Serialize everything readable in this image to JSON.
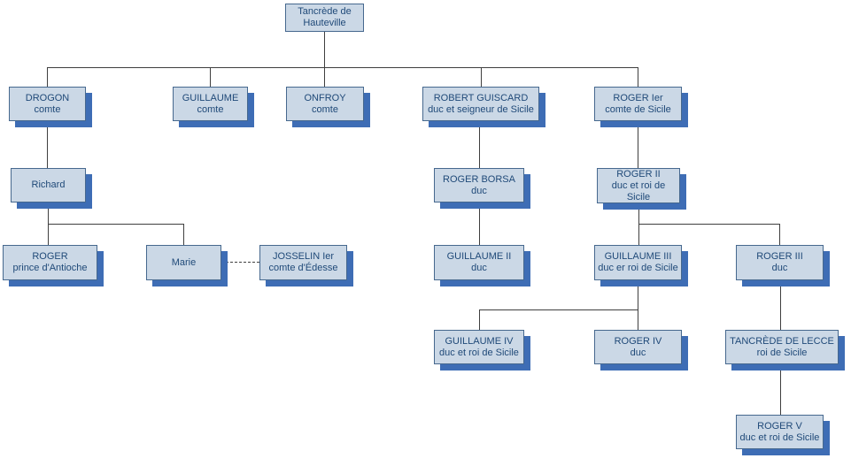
{
  "diagram": {
    "type": "family-tree",
    "colors": {
      "node_fill": "#cbd8e6",
      "node_border": "#46688e",
      "node_text": "#1f4978",
      "node_shadow": "#3e6db5",
      "connector": "#3f3f3f",
      "background": "#ffffff"
    }
  },
  "nodes": {
    "root": {
      "line1": "Tancrède de",
      "line2": "Hauteville"
    },
    "drogon": {
      "line1": "DROGON",
      "line2": "comte"
    },
    "guillaume": {
      "line1": "GUILLAUME",
      "line2": "comte"
    },
    "onfroy": {
      "line1": "ONFROY",
      "line2": "comte"
    },
    "robert_guiscard": {
      "line1": "ROBERT GUISCARD",
      "line2": "duc et seigneur de Sicile"
    },
    "roger_1": {
      "line1": "ROGER Ier",
      "line2": "comte de Sicile"
    },
    "richard": {
      "line1": "Richard",
      "line2": ""
    },
    "roger_borsa": {
      "line1": "ROGER BORSA",
      "line2": "duc"
    },
    "roger_2": {
      "line1": "ROGER II",
      "line2": "duc et roi de Sicile"
    },
    "roger_antioche": {
      "line1": "ROGER",
      "line2": "prince d'Antioche"
    },
    "marie": {
      "line1": "Marie",
      "line2": ""
    },
    "josselin": {
      "line1": "JOSSELIN Ier",
      "line2": "comte d'Édesse"
    },
    "guillaume_2": {
      "line1": "GUILLAUME II",
      "line2": "duc"
    },
    "guillaume_3": {
      "line1": "GUILLAUME III",
      "line2": "duc er roi de Sicile"
    },
    "roger_3": {
      "line1": "ROGER III",
      "line2": "duc"
    },
    "guillaume_4": {
      "line1": "GUILLAUME IV",
      "line2": "duc et roi de Sicile"
    },
    "roger_4": {
      "line1": "ROGER IV",
      "line2": "duc"
    },
    "tancrede_lecce": {
      "line1": "TANCRÈDE DE LECCE",
      "line2": "roi de Sicile"
    },
    "roger_5": {
      "line1": "ROGER V",
      "line2": "duc et roi de Sicile"
    }
  },
  "edges": {
    "parent_child": [
      [
        "root",
        "drogon"
      ],
      [
        "root",
        "guillaume"
      ],
      [
        "root",
        "onfroy"
      ],
      [
        "root",
        "robert_guiscard"
      ],
      [
        "root",
        "roger_1"
      ],
      [
        "drogon",
        "richard"
      ],
      [
        "richard",
        "roger_antioche"
      ],
      [
        "richard",
        "marie"
      ],
      [
        "robert_guiscard",
        "roger_borsa"
      ],
      [
        "roger_borsa",
        "guillaume_2"
      ],
      [
        "roger_1",
        "roger_2"
      ],
      [
        "roger_2",
        "guillaume_3"
      ],
      [
        "roger_2",
        "roger_3"
      ],
      [
        "guillaume_3",
        "guillaume_4"
      ],
      [
        "guillaume_3",
        "roger_4"
      ],
      [
        "roger_3",
        "tancrede_lecce"
      ],
      [
        "tancrede_lecce",
        "roger_5"
      ]
    ],
    "marriage_dashed": [
      [
        "marie",
        "josselin"
      ]
    ]
  }
}
